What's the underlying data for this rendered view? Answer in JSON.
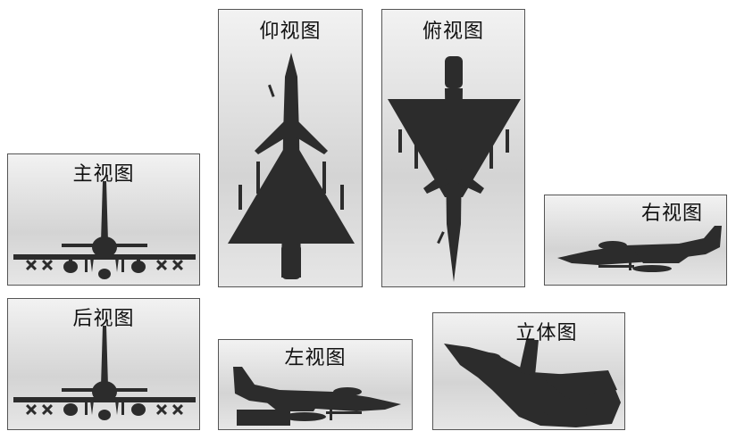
{
  "views": {
    "front": {
      "label": "主视图"
    },
    "bottom": {
      "label": "仰视图"
    },
    "top": {
      "label": "俯视图"
    },
    "right": {
      "label": "右视图"
    },
    "back": {
      "label": "后视图"
    },
    "left": {
      "label": "左视图"
    },
    "isometric": {
      "label": "立体图"
    }
  },
  "colors": {
    "silhouette": "#2c2c2c",
    "panel_border": "#555555",
    "panel_background": "#dcdcdc"
  },
  "icons": {
    "front": "jet-front-view-icon",
    "bottom": "jet-bottom-view-icon",
    "top": "jet-top-view-icon",
    "right": "jet-right-side-view-icon",
    "back": "jet-back-view-icon",
    "left": "jet-left-side-view-icon",
    "isometric": "jet-3d-view-icon"
  }
}
